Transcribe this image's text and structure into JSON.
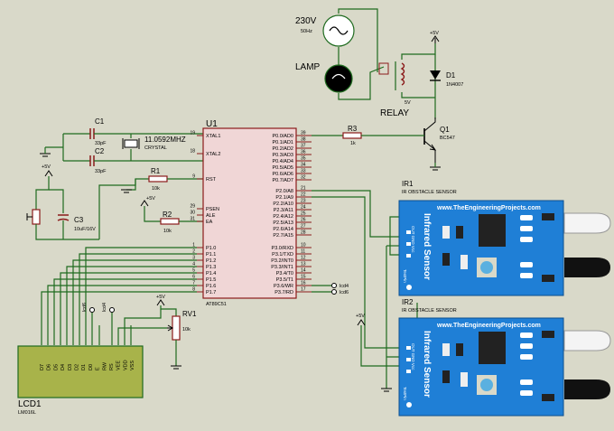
{
  "colors": {
    "background": "#d9d9c9",
    "wire": "#1f6b1f",
    "component_outline": "#8b1a1a",
    "mcu_body": "#f0d6d6",
    "sensor_board": "#1f7fd6",
    "lcd_screen": "#a8b34a"
  },
  "power": {
    "ac_source_label": "230V",
    "ac_source_freq": "50Hz",
    "lamp_label": "LAMP",
    "relay_label": "RELAY",
    "relay_voltage": "5V",
    "vcc_label": "+5V"
  },
  "diode": {
    "ref": "D1",
    "part": "1N4007"
  },
  "transistor": {
    "ref": "Q1",
    "part": "BC547"
  },
  "resistors": {
    "r3": {
      "ref": "R3",
      "value": "1k"
    },
    "r1": {
      "ref": "R1",
      "value": "10k"
    },
    "r2": {
      "ref": "R2",
      "value": "10k"
    },
    "rv1": {
      "ref": "RV1",
      "value": "10k"
    }
  },
  "capacitors": {
    "c1": {
      "ref": "C1",
      "value": "33pF"
    },
    "c2": {
      "ref": "C2",
      "value": "33pF"
    },
    "c3": {
      "ref": "C3",
      "value": "10uF/16V"
    }
  },
  "crystal": {
    "freq": "11.0592MHZ",
    "label": "CRYSTAL"
  },
  "mcu": {
    "ref": "U1",
    "part": "AT89C51",
    "left_pins": [
      {
        "num": "19",
        "name": "XTAL1"
      },
      {
        "num": "18",
        "name": "XTAL2"
      },
      {
        "num": "9",
        "name": "RST"
      },
      {
        "num": "29",
        "name": "PSEN"
      },
      {
        "num": "30",
        "name": "ALE"
      },
      {
        "num": "31",
        "name": "EA"
      },
      {
        "num": "1",
        "name": "P1.0"
      },
      {
        "num": "2",
        "name": "P1.1"
      },
      {
        "num": "3",
        "name": "P1.2"
      },
      {
        "num": "4",
        "name": "P1.3"
      },
      {
        "num": "5",
        "name": "P1.4"
      },
      {
        "num": "6",
        "name": "P1.5"
      },
      {
        "num": "7",
        "name": "P1.6"
      },
      {
        "num": "8",
        "name": "P1.7"
      }
    ],
    "right_pins": [
      {
        "num": "39",
        "name": "P0.0/AD0"
      },
      {
        "num": "38",
        "name": "P0.1/AD1"
      },
      {
        "num": "37",
        "name": "P0.2/AD2"
      },
      {
        "num": "36",
        "name": "P0.3/AD3"
      },
      {
        "num": "35",
        "name": "P0.4/AD4"
      },
      {
        "num": "34",
        "name": "P0.5/AD5"
      },
      {
        "num": "33",
        "name": "P0.6/AD6"
      },
      {
        "num": "32",
        "name": "P0.7/AD7"
      },
      {
        "num": "21",
        "name": "P2.0/A8"
      },
      {
        "num": "22",
        "name": "P2.1/A9"
      },
      {
        "num": "23",
        "name": "P2.2/A10"
      },
      {
        "num": "24",
        "name": "P2.3/A11"
      },
      {
        "num": "25",
        "name": "P2.4/A12"
      },
      {
        "num": "26",
        "name": "P2.5/A13"
      },
      {
        "num": "27",
        "name": "P2.6/A14"
      },
      {
        "num": "28",
        "name": "P2.7/A15"
      },
      {
        "num": "10",
        "name": "P3.0/RXD"
      },
      {
        "num": "11",
        "name": "P3.1/TXD"
      },
      {
        "num": "12",
        "name": "P3.2/INT0"
      },
      {
        "num": "13",
        "name": "P3.3/INT1"
      },
      {
        "num": "14",
        "name": "P3.4/T0"
      },
      {
        "num": "15",
        "name": "P3.5/T1"
      },
      {
        "num": "16",
        "name": "P3.6/WR"
      },
      {
        "num": "17",
        "name": "P3.7/RD"
      }
    ],
    "net_lcd4": "lcd4",
    "net_lcd6": "lcd6"
  },
  "lcd": {
    "ref": "LCD1",
    "part": "LM016L",
    "pins": [
      "D7",
      "D6",
      "D5",
      "D4",
      "D3",
      "D2",
      "D1",
      "D0",
      "E",
      "RW",
      "RS",
      "VEE",
      "VDD",
      "VSS"
    ],
    "net_lcd6": "lcd6",
    "net_lcd4": "lcd4"
  },
  "sensors": [
    {
      "ref": "IR1",
      "desc": "IR OBSTACLE SENSOR",
      "website": "www.TheEngineeringProjects.com",
      "title": "Infrared Sensor",
      "pins": "OUT GND Vcc",
      "testpin": "TestPin"
    },
    {
      "ref": "IR2",
      "desc": "IR OBSTACLE SENSOR",
      "website": "www.TheEngineeringProjects.com",
      "title": "Infrared Sensor",
      "pins": "OUT GND Vcc",
      "testpin": "TestPin"
    }
  ]
}
